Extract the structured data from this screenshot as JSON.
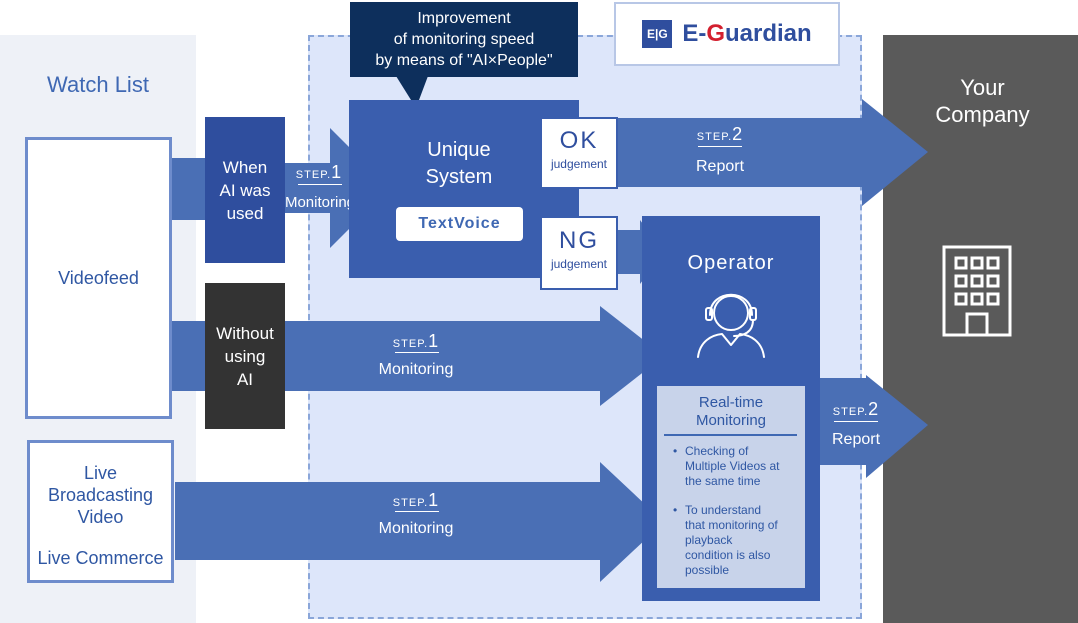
{
  "watch_list": {
    "title": "Watch List",
    "videofeed": "Videofeed",
    "live_line1": "Live",
    "live_line2": "Broadcasting",
    "live_line3": "Video",
    "live_commerce": "Live Commerce"
  },
  "gates": {
    "ai_line1": "When",
    "ai_line2": "AI was",
    "ai_line3": "used",
    "noai_line1": "Without",
    "noai_line2": "using",
    "noai_line3": "AI"
  },
  "callout": {
    "line1": "Improvement",
    "line2": "of monitoring speed",
    "line3": "by means of \"AI×People\""
  },
  "logo": {
    "mark": "E|G",
    "text_e": "E-",
    "text_g": "G",
    "text_rest": "uardian"
  },
  "unique_system": {
    "line1": "Unique",
    "line2": "System",
    "textvoice": "TextVoice"
  },
  "ok": {
    "big": "OK",
    "small": "judgement"
  },
  "ng": {
    "big": "NG",
    "small": "judgement"
  },
  "steps": {
    "s1_ai_step": "STEP.",
    "s1_ai_num": "1",
    "s1_ai_label": "Monitoring",
    "s1_noai_step": "STEP.",
    "s1_noai_num": "1",
    "s1_noai_label": "Monitoring",
    "s1_live_step": "STEP.",
    "s1_live_num": "1",
    "s1_live_label": "Monitoring",
    "s2_ok_step": "STEP.",
    "s2_ok_num": "2",
    "s2_ok_label": "Report",
    "s2_op_step": "STEP.",
    "s2_op_num": "2",
    "s2_op_label": "Report"
  },
  "operator": {
    "title": "Operator",
    "rt_line1": "Real-time",
    "rt_line2": "Monitoring",
    "bullet1_l1": "Checking of",
    "bullet1_l2": "Multiple Videos at",
    "bullet1_l3": "the same time",
    "bullet2_l1": "To understand",
    "bullet2_l2": "that monitoring of",
    "bullet2_l3": "playback",
    "bullet2_l4": "condition is also",
    "bullet2_l5": "possible"
  },
  "company": {
    "line1": "Your",
    "line2": "Company"
  },
  "colors": {
    "main_blue": "#4a6fb5",
    "dark_blue": "#2f4e9e",
    "navy": "#0d2f5c",
    "panel_light": "#dde6fa",
    "watch_bg": "#eef1f7",
    "company_gray": "#5a5a5a",
    "dark_gray": "#333333"
  }
}
